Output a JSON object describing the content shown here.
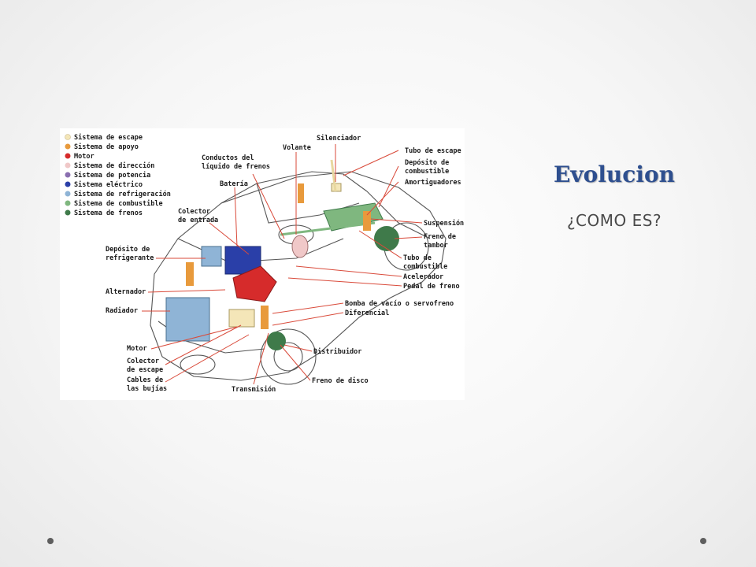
{
  "slide": {
    "title": "Evolucion",
    "subtitle": "¿COMO ES?"
  },
  "diagram": {
    "legend": [
      {
        "label": "Sistema de escape",
        "color": "#f4e6b8"
      },
      {
        "label": "Sistema de apoyo",
        "color": "#e89a3c"
      },
      {
        "label": "Motor",
        "color": "#d62b2b"
      },
      {
        "label": "Sistema de dirección",
        "color": "#f0c8c8"
      },
      {
        "label": "Sistema de potencia",
        "color": "#8a6fb0"
      },
      {
        "label": "Sistema eléctrico",
        "color": "#2a3fa8"
      },
      {
        "label": "Sistema de refrigeración",
        "color": "#8fb4d6"
      },
      {
        "label": "Sistema de combustible",
        "color": "#7fb77f"
      },
      {
        "label": "Sistema de frenos",
        "color": "#3f7a4a"
      }
    ],
    "labels": {
      "silenciador": "Silenciador",
      "volante": "Volante",
      "conductos1": "Conductos del",
      "conductos2": "líquido de frenos",
      "bateria": "Batería",
      "colector_entrada1": "Colector",
      "colector_entrada2": "de entrada",
      "deposito_refrig1": "Depósito de",
      "deposito_refrig2": "refrigerante",
      "alternador": "Alternador",
      "radiador": "Radiador",
      "motor": "Motor",
      "colector_escape1": "Colector",
      "colector_escape2": "de escape",
      "cables1": "Cables de",
      "cables2": "las bujías",
      "transmision": "Transmisión",
      "tubo_escape": "Tubo de escape",
      "deposito_comb1": "Depósito de",
      "deposito_comb2": "combustible",
      "amortiguadores": "Amortiguadores",
      "suspension": "Suspensión",
      "freno_tambor1": "Freno de",
      "freno_tambor2": "tambor",
      "tubo_comb1": "Tubo de",
      "tubo_comb2": "combustible",
      "acelerador": "Acelerador",
      "pedal_freno": "Pedal de freno",
      "bomba": "Bomba de vacío o servofreno",
      "diferencial": "Diferencial",
      "distribuidor": "Distribuidor",
      "freno_disco": "Freno de disco"
    },
    "line_color": "#d94a3a"
  }
}
